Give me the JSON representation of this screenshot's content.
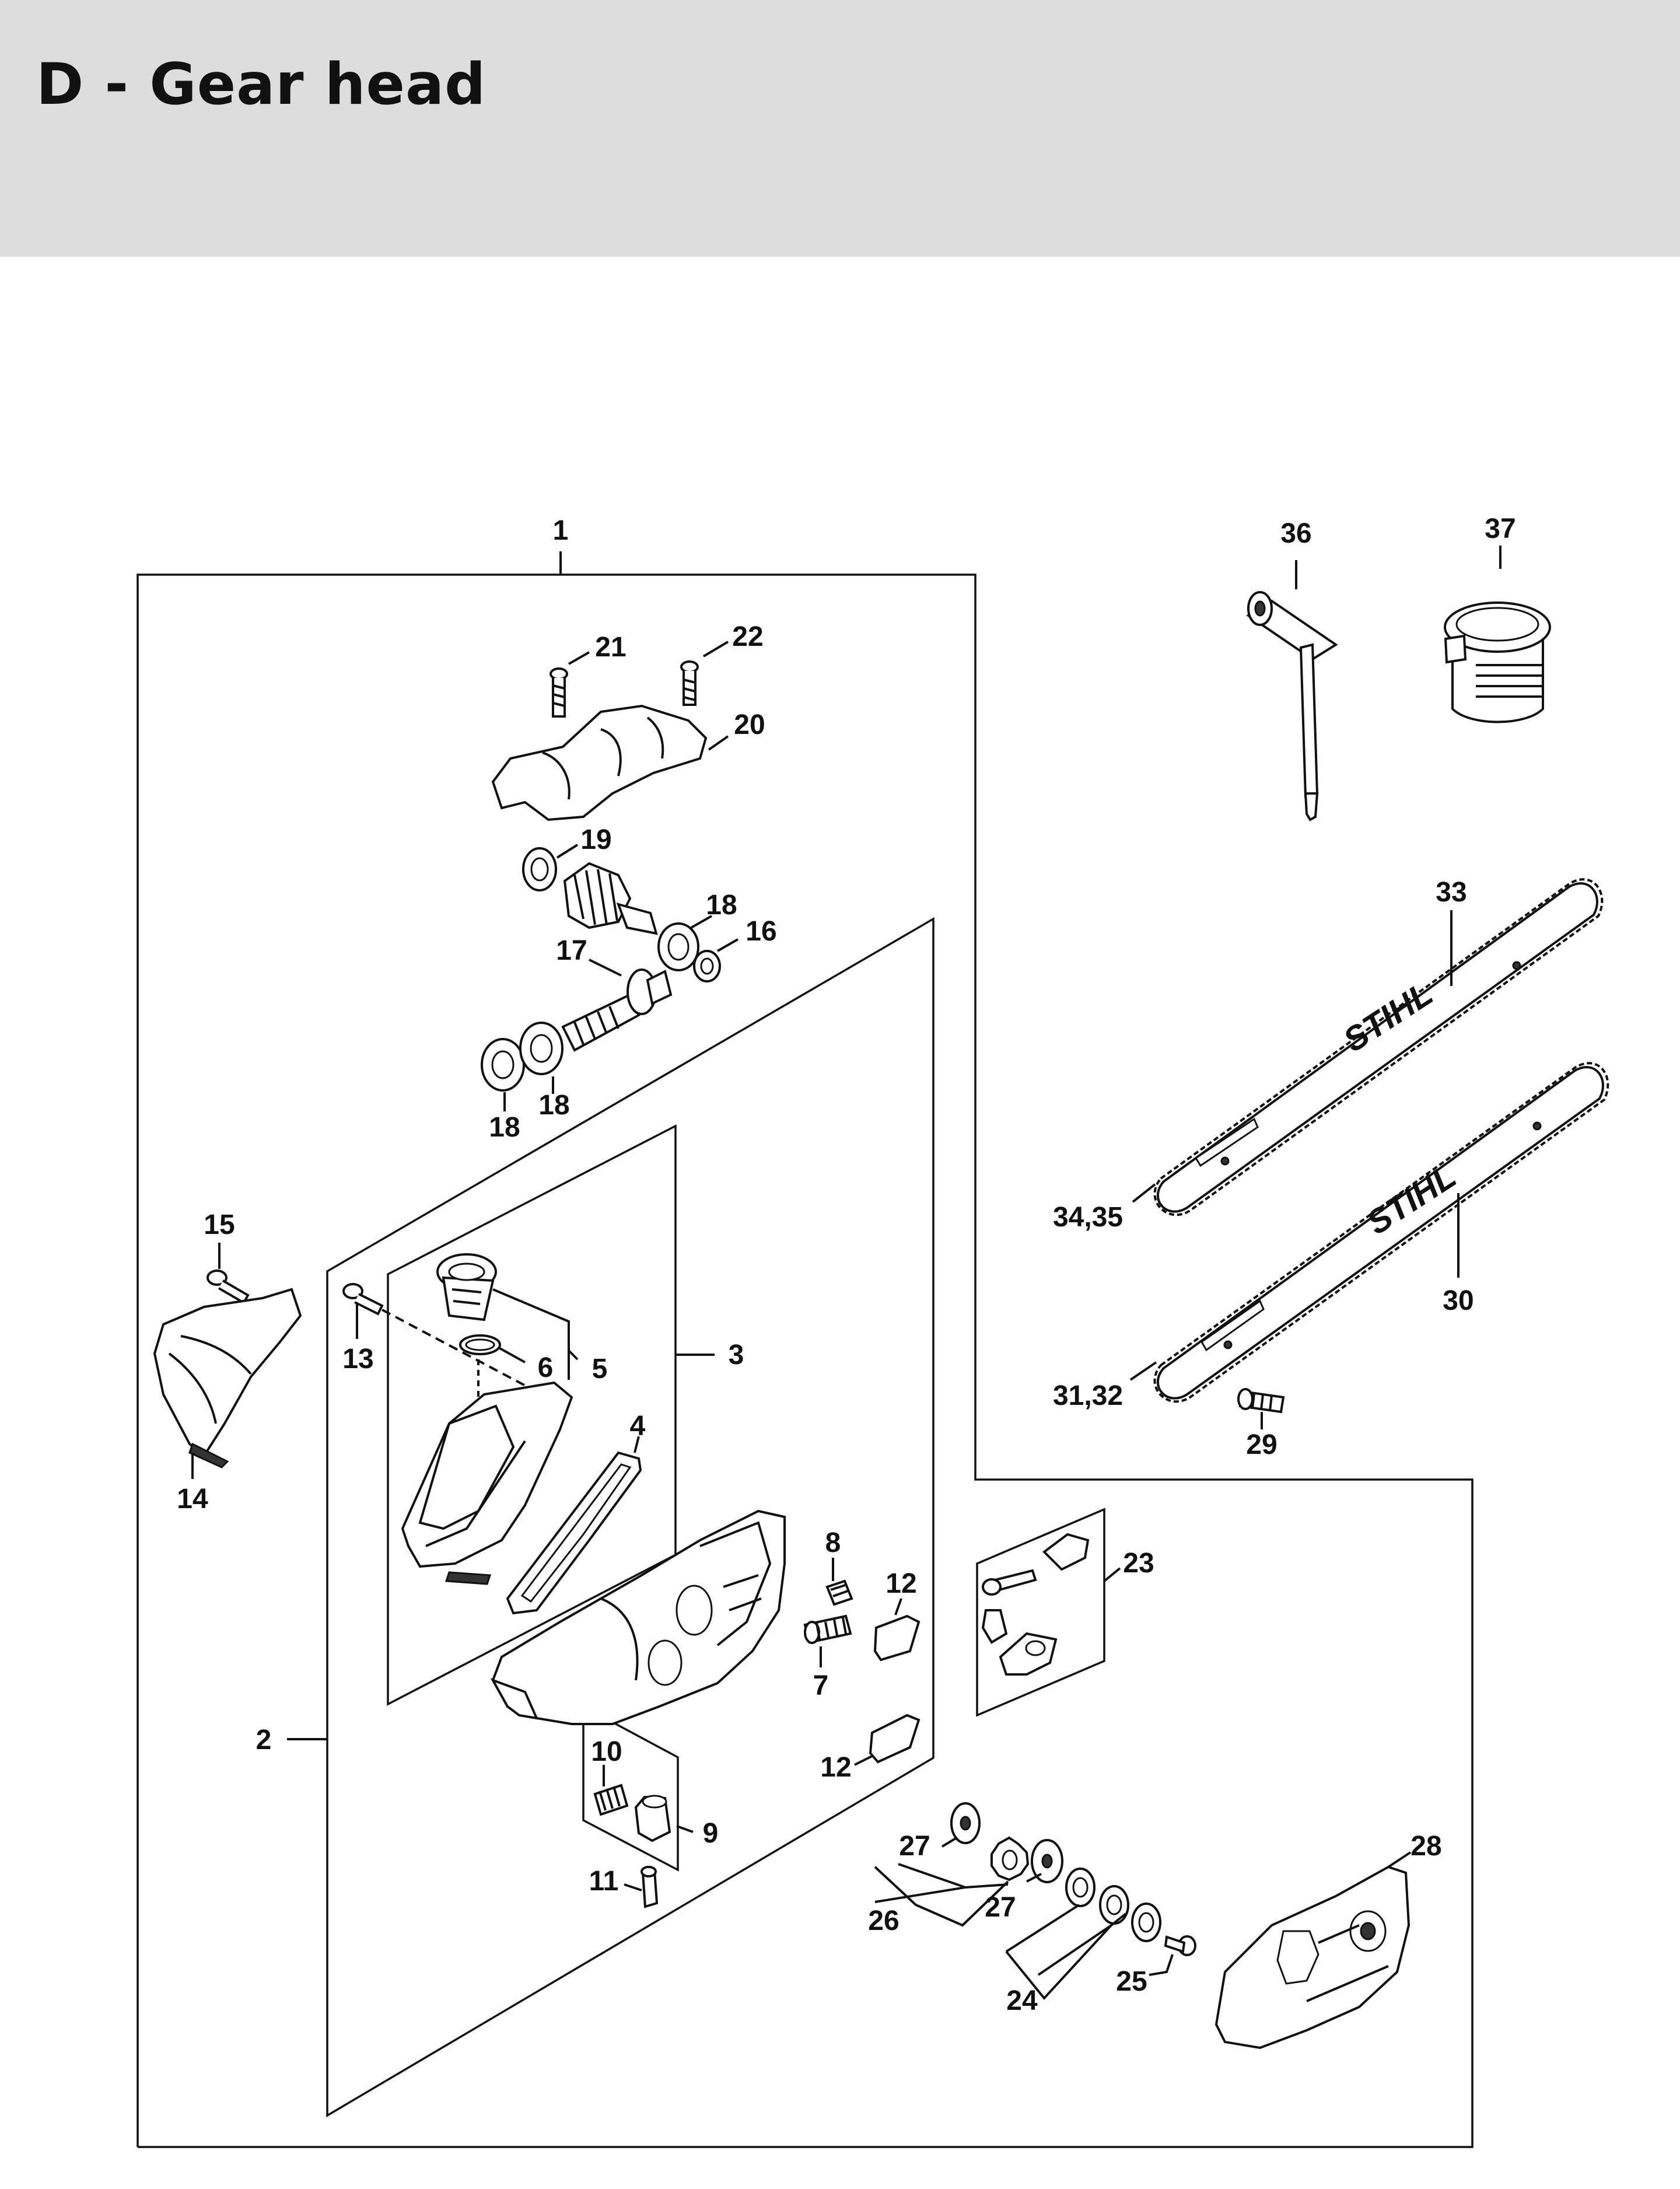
{
  "page": {
    "title": "D - Gear head"
  },
  "callouts": {
    "c1": "1",
    "c2": "2",
    "c3": "3",
    "c4": "4",
    "c5": "5",
    "c6": "6",
    "c7": "7",
    "c8": "8",
    "c9": "9",
    "c10": "10",
    "c11": "11",
    "c12a": "12",
    "c12b": "12",
    "c13": "13",
    "c14": "14",
    "c15": "15",
    "c16": "16",
    "c17": "17",
    "c18a": "18",
    "c18b": "18",
    "c18c": "18",
    "c19": "19",
    "c20": "20",
    "c21": "21",
    "c22": "22",
    "c23": "23",
    "c24": "24",
    "c25": "25",
    "c26": "26",
    "c27a": "27",
    "c27b": "27",
    "c28": "28",
    "c29": "29",
    "c30": "30",
    "c31_32": "31,32",
    "c33": "33",
    "c34_35": "34,35",
    "c36": "36",
    "c37": "37"
  },
  "bar_brand_upper": "STIHL",
  "bar_brand_lower": "STIHL"
}
